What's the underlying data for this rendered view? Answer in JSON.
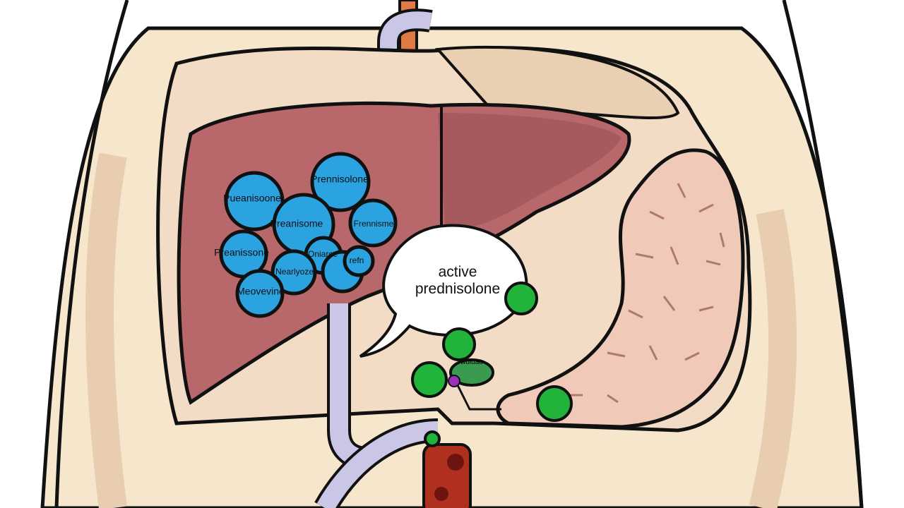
{
  "speech_bubble": {
    "line1": "active",
    "line2": "prednisolone"
  },
  "molecule_labels": [
    "Prennisolone",
    "Pueanisoone",
    "Preanisome",
    "Frennisme",
    "Preanissone",
    "Oniarce",
    "refn",
    "Nearlyoze",
    "Meovevine"
  ],
  "small_label": "wuluao",
  "colors": {
    "skin": "#f6e6cc",
    "liver": "#b8676a",
    "liver_dark": "#9c5558",
    "stomach": "#f0c9b8",
    "molecule_blue": "#2aa3e0",
    "metabolite_green": "#22b33a",
    "esophagus": "#e07a45",
    "vessel": "#c9c6e6",
    "outline": "#111111"
  }
}
